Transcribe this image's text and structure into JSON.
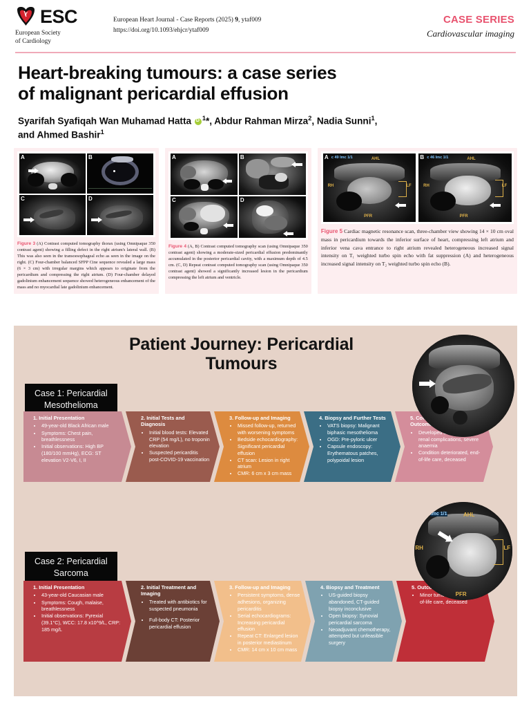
{
  "header": {
    "logo_name": "esc-heart-logo",
    "society_line1": "European Society",
    "society_line2": "of Cardiology",
    "esc_abbrev": "ESC",
    "journal_ref_prefix": "European Heart Journal - Case Reports (2025) ",
    "journal_volume": "9",
    "journal_ref_suffix": ", ytaf009",
    "doi": "https://doi.org/10.1093/ehjcr/ytaf009",
    "article_type": "CASE SERIES",
    "section": "Cardiovascular imaging"
  },
  "article": {
    "title_line1": "Heart-breaking tumours: a case series",
    "title_line2": "of malignant pericardial effusion",
    "author_line1_a": "Syarifah Syafiqah Wan Muhamad Hatta",
    "author_line1_sup1": "1",
    "author_line1_star": "*, ",
    "author_line1_b": "Abdur Rahman Mirza",
    "author_line1_sup2": "2",
    "author_line1_c": ", Nadia Sunni",
    "author_line1_sup3": "1",
    "author_line1_d": ",",
    "author_line2": "and Ahmed Bashir",
    "author_line2_sup": "1"
  },
  "figures": [
    {
      "label": "Figure 3",
      "panels": [
        "A",
        "B",
        "C",
        "D"
      ],
      "caption": " (A) Contrast computed tomography thorax (using Omnipaque 350 contrast agent) showing a filling defect in the right atrium's lateral wall. (B) This was also seen in the transoesophageal echo as seen in the image on the right. (C) Four-chamber balanced SFPP Cine sequence revealed a large mass (6 × 3 cm) with irregular margins which appears to originate from the pericardium and compressing the right atrium. (D) Four-chamber delayed gadolinium enhancement sequence showed heterogeneous enhancement of the mass and no myocardial late gadolinium enhancement."
    },
    {
      "label": "Figure 4",
      "panels": [
        "A",
        "B",
        "C",
        "D"
      ],
      "caption": " (A, B) Contrast computed tomography scan (using Omnipaque 350 contrast agent) showing a moderate-sized pericardial effusion predominantly accumulated in the posterior pericardial cavity, with a maximum depth of 4.5 cm. (C, D) Repeat contrast computed tomography scan (using Omnipaque 350 contrast agent) showed a significantly increased lesion in the pericardium compressing the left atrium and ventricle."
    },
    {
      "label": "Figure 5",
      "panels": [
        "A",
        "B"
      ],
      "caption": " Cardiac magnetic resonance scan, three-chamber view showing 14 × 10 cm oval mass in pericardium towards the inferior surface of heart, compressing left atrium and inferior vena cava entrance to right atrium revealed heterogeneous increased signal intensity on T₁ weighted turbo spin echo with fat suppression (A) and heterogeneous increased signal intensity on T₂ weighted turbo spin echo (B).",
      "scan_annotations": {
        "a_series": "c 49 Imc 1/1",
        "b_series": "c 46 Imc 1/1",
        "ahl": "AHL",
        "rh": "RH",
        "lf": "LF",
        "pfr": "PFR"
      }
    }
  ],
  "infographic": {
    "title_line1": "Patient Journey: Pericardial",
    "title_line2": "Tumours",
    "background_color": "#e6d3c8",
    "mri_labels": {
      "ahl": "AHL",
      "rh": "RH",
      "lf": "LF",
      "pfr": "PFR",
      "series": "Imc 1/1"
    },
    "cases": [
      {
        "tag_line1": "Case 1: Pericardial",
        "tag_line2": "Mesothelioma",
        "steps": [
          {
            "title": "1. Initial Presentation",
            "color": "#c78a93",
            "bullets": [
              "49-year-old Black African male",
              "Symptoms: Chest pain, breathlessness",
              "Initial observations: High BP (180/100 mmHg), ECG: ST elevation V2-V6, I, II"
            ]
          },
          {
            "title": "2. Initial Tests and Diagnosis",
            "color": "#9a5b4e",
            "bullets": [
              "Initial blood tests: Elevated CRP (54 mg/L), no troponin elevation",
              "Suspected pericarditis post-COVID-19 vaccination"
            ]
          },
          {
            "title": "3. Follow-up and Imaging",
            "color": "#dd8b3f",
            "bullets": [
              "Missed follow-up, returned with worsening symptoms",
              "Bedside echocardiography: Significant pericardial effusion",
              "CT scan: Lesion in right atrium",
              "CMR: 6 cm x 3 cm mass"
            ]
          },
          {
            "title": "4. Biopsy and Further Tests",
            "color": "#3b6e85",
            "bullets": [
              "VATS biopsy: Malignant biphasic mesothelioma",
              "OGD: Pre-pyloric ulcer",
              "Capsule endoscopy: Erythematous patches, polypoidal lesion"
            ]
          },
          {
            "title": "5. Complications and Outcome",
            "color": "#d48d9b",
            "bullets": [
              "Developed atrial fibrillation, renal complications, severe anaemia",
              "Condition deteriorated, end-of-life care, deceased"
            ]
          }
        ]
      },
      {
        "tag_line1": "Case 2: Pericardial",
        "tag_line2": "Sarcoma",
        "steps": [
          {
            "title": "1. Initial Presentation",
            "color": "#b83c42",
            "bullets": [
              "43-year-old Caucasian male",
              "Symptoms: Cough, malaise, breathlessness",
              "Initial observations: Pyrexial (39.1°C), WCC: 17.8 x10^9/L, CRP: 185 mg/L"
            ]
          },
          {
            "title": "2. Initial Treatment and Imaging",
            "color": "#6b4036",
            "bullets": [
              "Treated with antibiotics for suspected pneumonia",
              "Full-body CT: Posterior pericardial effusion"
            ]
          },
          {
            "title": "3. Follow-up and Imaging",
            "color": "#f2bf8b",
            "bullets": [
              "Persistent symptoms, dense adhesions, organizing pericarditis",
              "Serial echocardiograms: Increasing pericardial effusion",
              "Repeat CT: Enlarged lesion in posterior mediastinum",
              "CMR: 14 cm x 10 cm mass"
            ]
          },
          {
            "title": "4. Biopsy and Treatment",
            "color": "#7fa2b0",
            "bullets": [
              "US-guided biopsy abandoned, CT-guided biopsy inconclusive",
              "Open biopsy: Synovial pericardial sarcoma",
              "Neoadjuvant chemotherapy, attempted but unfeasible surgery"
            ]
          },
          {
            "title": "5. Outcome",
            "color": "#bf2f38",
            "bullets": [
              "Minor tumour reduction, end-of-life care, deceased"
            ]
          }
        ]
      }
    ]
  }
}
